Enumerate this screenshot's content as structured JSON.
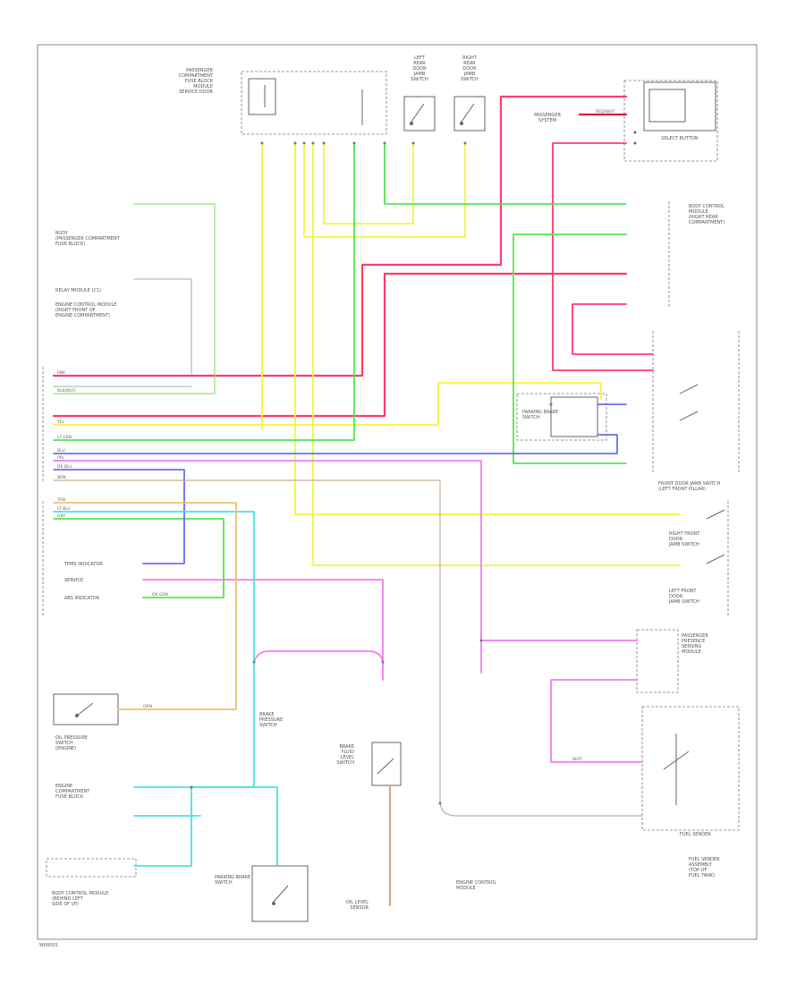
{
  "diagram": {
    "components": [
      {
        "id": "upper-left-module",
        "lines": [
          "PASSENGER",
          "COMPARTMENT",
          "FUSE BLOCK",
          "MODULE",
          "SERVICE DOOR"
        ]
      },
      {
        "id": "left-rear-door-switch",
        "lines": [
          "LEFT",
          "REAR",
          "DOOR",
          "JAMB",
          "SWITCH"
        ]
      },
      {
        "id": "right-rear-door-switch",
        "lines": [
          "RIGHT",
          "REAR",
          "DOOR",
          "JAMB",
          "SWITCH"
        ]
      },
      {
        "id": "passenger-system",
        "lines": [
          "PASSENGER",
          "SYSTEM"
        ]
      },
      {
        "id": "select-button",
        "lines": [
          "SELECT BUTTON"
        ]
      },
      {
        "id": "right-rear-module",
        "lines": [
          "BODY CONTROL",
          "MODULE",
          "(RIGHT REAR",
          "COMPARTMENT)"
        ]
      },
      {
        "id": "left-module",
        "lines": [
          "BODY",
          "(PASSENGER COMPARTMENT",
          "FUSE BLOCK)"
        ]
      },
      {
        "id": "relay-module",
        "lines": [
          "RELAY MODULE (C1)",
          "ENGINE CONTROL MODULE",
          "(RIGHT FRONT OF",
          "ENGINE COMPARTMENT)"
        ]
      },
      {
        "id": "parking-brake-center",
        "lines": [
          "PARKING BRAKE",
          "SWITCH"
        ]
      },
      {
        "id": "front-door-switch",
        "lines": [
          "FRONT DOOR JAMB SWITCH",
          "(LEFT FRONT PILLAR)"
        ]
      },
      {
        "id": "right-front-door",
        "lines": [
          "RIGHT FRONT",
          "DOOR",
          "JAMB SWITCH"
        ]
      },
      {
        "id": "left-front-door",
        "lines": [
          "LEFT FRONT",
          "DOOR",
          "JAMB SWITCH"
        ]
      },
      {
        "id": "left-instrument",
        "lines": [
          "TPMS INDICATOR",
          "SERVICE",
          "ABS INDICATOR"
        ]
      },
      {
        "id": "passenger-sensing",
        "lines": [
          "PASSENGER",
          "PRESENCE",
          "SENSING",
          "MODULE"
        ]
      },
      {
        "id": "brake-fluid-module",
        "lines": [
          "BRAKE",
          "FLUID",
          "LEVEL",
          "SWITCH"
        ]
      },
      {
        "id": "oil-pressure",
        "lines": [
          "OIL PRESSURE",
          "SWITCH",
          "(ENGINE)"
        ]
      },
      {
        "id": "brake-pressure",
        "lines": [
          "BRAKE",
          "PRESSURE",
          "SWITCH"
        ]
      },
      {
        "id": "engine-compartment-fuse",
        "lines": [
          "ENGINE",
          "COMPARTMENT",
          "FUSE BLOCK"
        ]
      },
      {
        "id": "fuel-sender",
        "lines": [
          "FUEL SENDER"
        ]
      },
      {
        "id": "fuel-sender-assembly",
        "lines": [
          "FUEL SENDER",
          "ASSEMBLY",
          "(TOP OF",
          "FUEL TANK)"
        ]
      },
      {
        "id": "park-brake-switch",
        "lines": [
          "PARKING BRAKE",
          "SWITCH"
        ]
      },
      {
        "id": "lower-left-module",
        "lines": [
          "BODY CONTROL MODULE",
          "(BEHIND LEFT",
          "SIDE OF I/P)"
        ]
      },
      {
        "id": "oil-level",
        "lines": [
          "OIL LEVEL",
          "SENSOR"
        ]
      },
      {
        "id": "engine-control",
        "lines": [
          "ENGINE CONTROL",
          "MODULE"
        ]
      }
    ],
    "wire_labels": [
      "PNK",
      "BLK/WHT",
      "RED/WHT",
      "YEL",
      "LT GRN",
      "DK GRN",
      "BLU",
      "DK BLU",
      "PPL",
      "BRN",
      "TAN",
      "LT BLU",
      "ORN",
      "GRY",
      "WHT"
    ],
    "footer_code": "W00001"
  }
}
